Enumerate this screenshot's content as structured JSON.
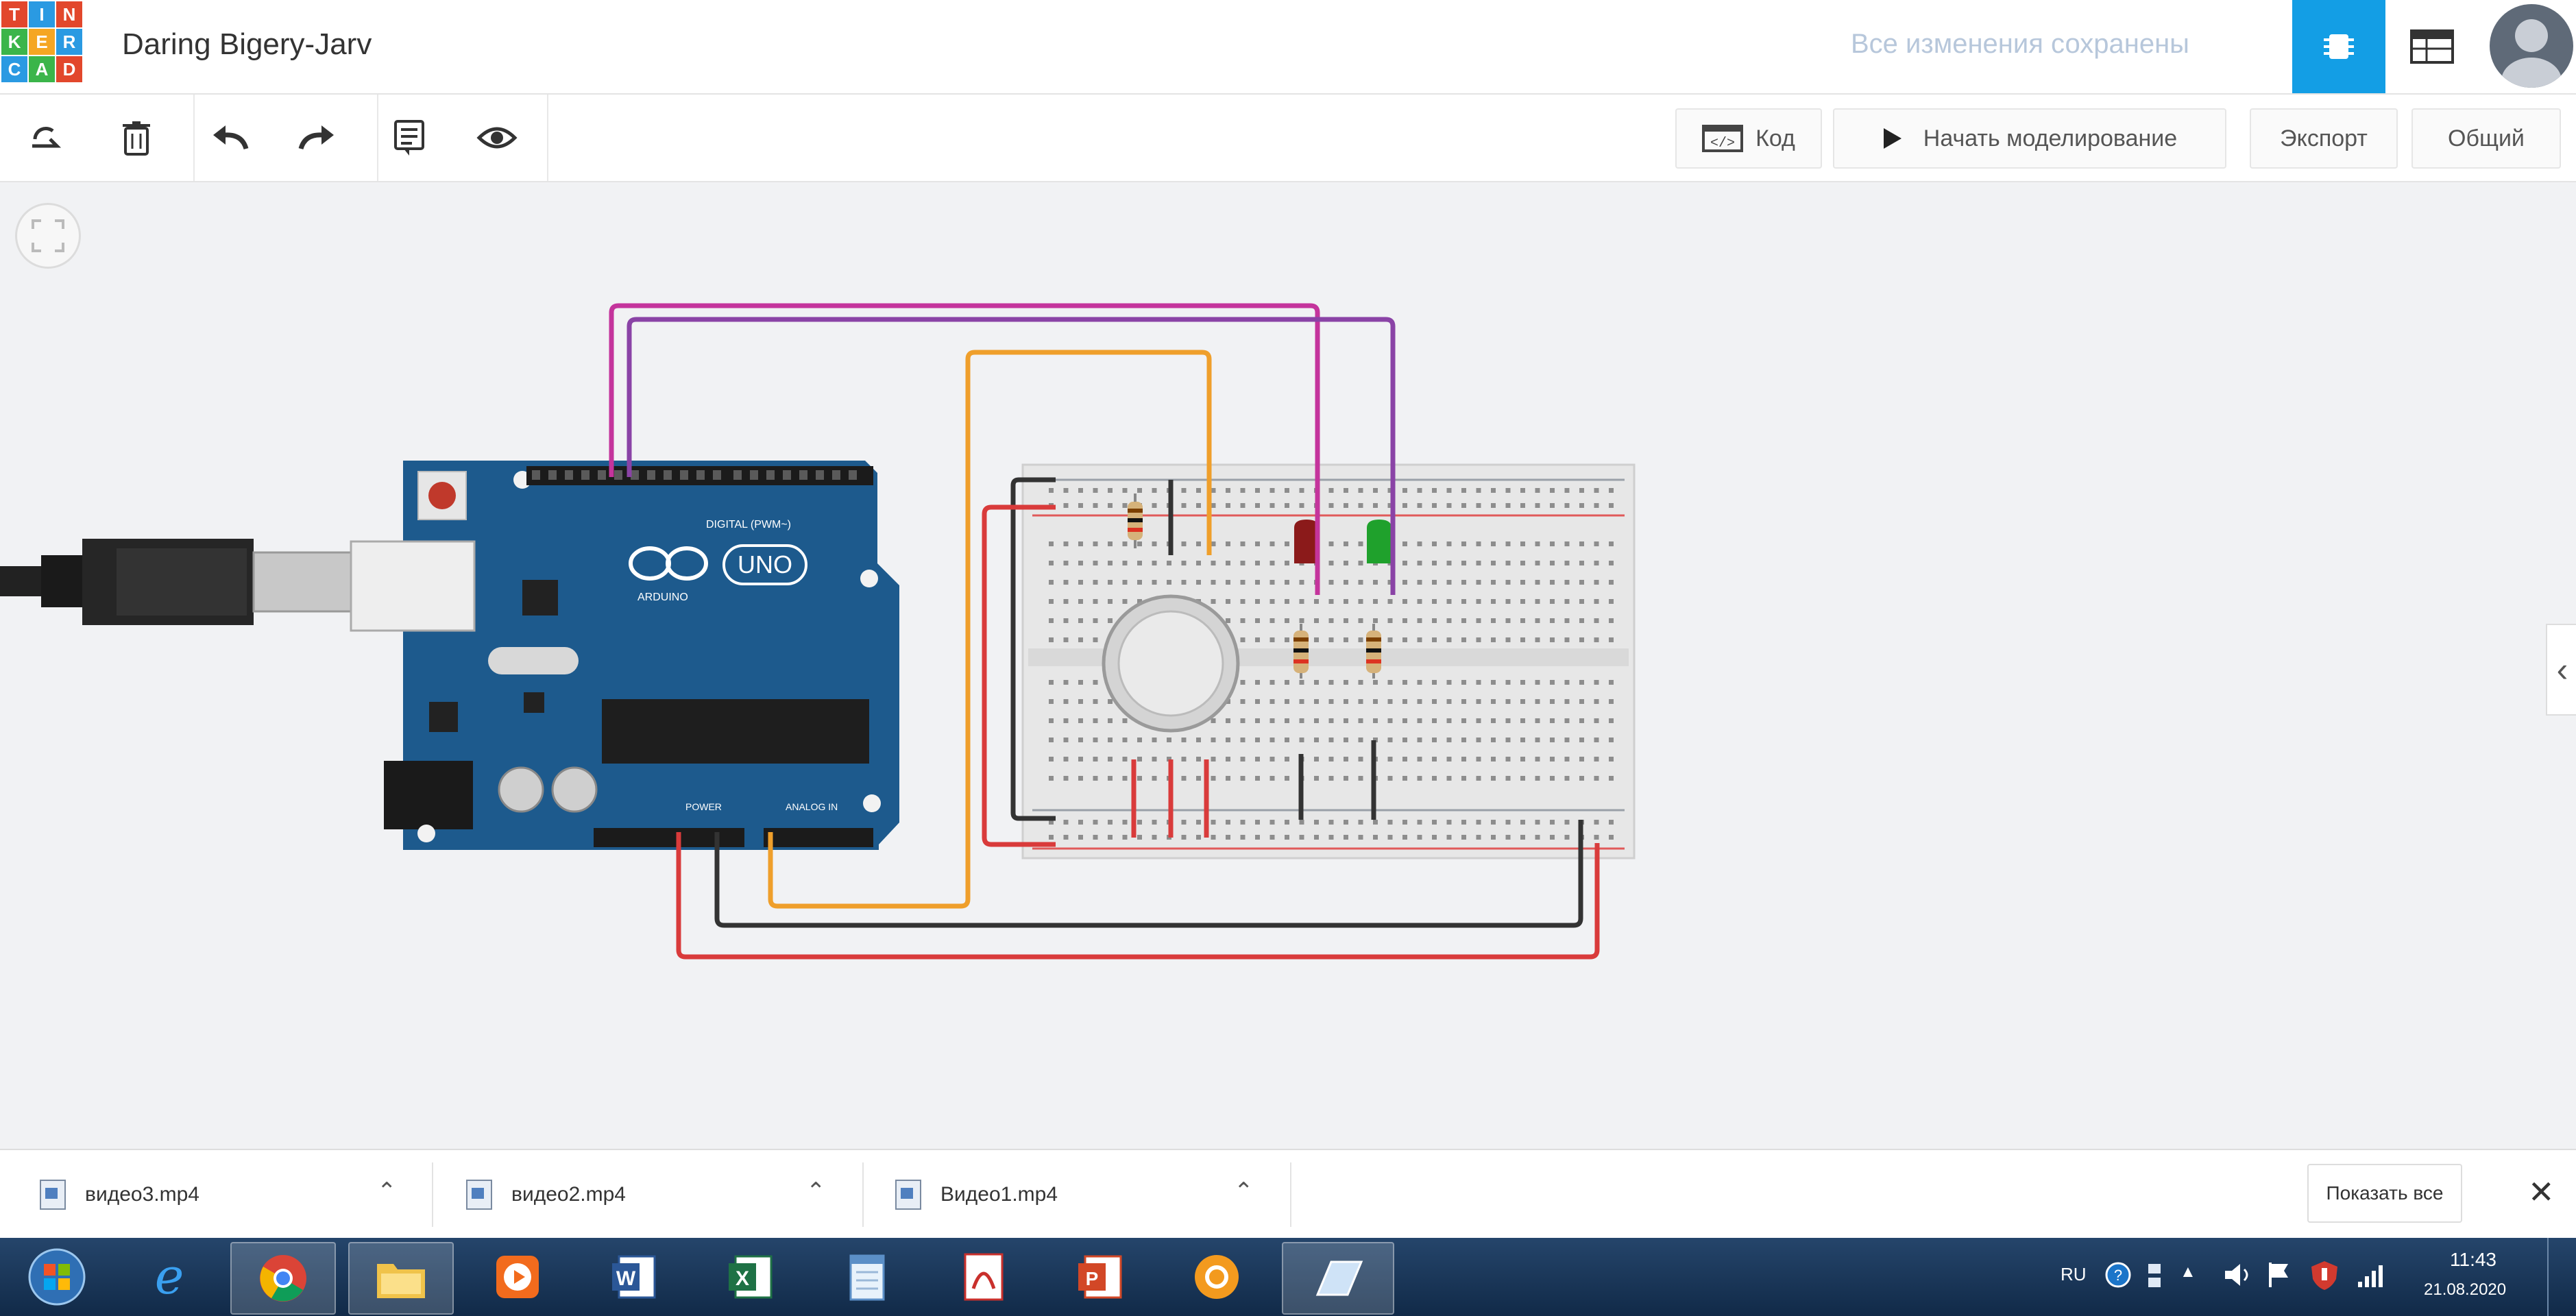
{
  "app": {
    "project_title": "Daring Bigery-Jarv",
    "save_status": "Все изменения сохранены",
    "logo_letters": [
      "T",
      "I",
      "N",
      "K",
      "E",
      "R",
      "C",
      "A",
      "D"
    ]
  },
  "toolbar": {
    "code_label": "Код",
    "simulate_label": "Начать моделирование",
    "export_label": "Экспорт",
    "share_label": "Общий"
  },
  "canvas": {
    "arduino": {
      "brand": "ARDUINO",
      "model": "UNO",
      "digital_label": "DIGITAL (PWM~)",
      "power_label": "POWER",
      "analog_label": "ANALOG IN"
    }
  },
  "downloads": {
    "items": [
      {
        "name": "видео3.mp4"
      },
      {
        "name": "видео2.mp4"
      },
      {
        "name": "Видео1.mp4"
      }
    ],
    "show_all_label": "Показать все"
  },
  "taskbar": {
    "apps": [
      "start",
      "internet-explorer",
      "chrome",
      "file-explorer",
      "media-player",
      "word",
      "excel",
      "notepad",
      "pdf-reader",
      "powerpoint",
      "orange-app",
      "active-window"
    ],
    "language": "RU",
    "time": "11:43",
    "date": "21.08.2020"
  },
  "colors": {
    "accent": "#139ee5",
    "arduino_blue": "#1d5a8d",
    "wire_magenta": "#c4349c",
    "wire_purple": "#8a43a6",
    "wire_orange": "#ef9f2b",
    "wire_red": "#d93b3b",
    "wire_black": "#333333"
  }
}
